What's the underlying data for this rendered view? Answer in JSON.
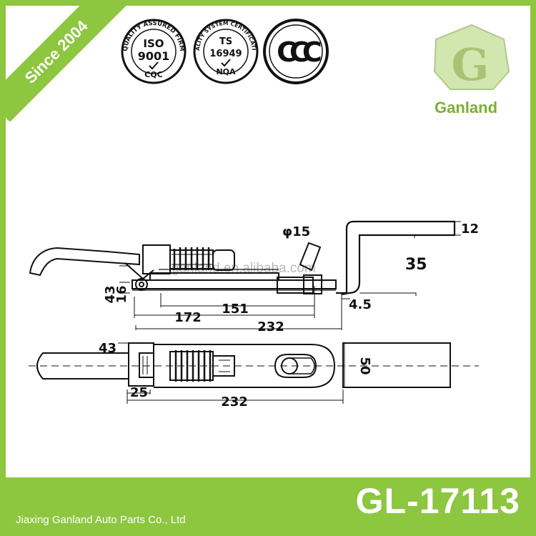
{
  "banner": {
    "since": "Since 2004"
  },
  "certifications": {
    "iso": {
      "ring_text": "QUALITY ASSURED FIRM",
      "line1": "ISO",
      "line2": "9001",
      "issuer": "CQC"
    },
    "ts": {
      "ring_text": "QUALITY SYSTEM CERTIFICATION",
      "line1": "TS",
      "line2": "16949",
      "issuer": "NQA"
    },
    "ccc": {
      "mark": "CCC"
    }
  },
  "brand": {
    "name": "Ganland",
    "logo_letter": "G"
  },
  "watermark": "ganland.en.alibaba.com",
  "dimensions": {
    "top_view": {
      "pin_diameter": "φ15",
      "handle_offset": "12",
      "hook_height": "35",
      "thickness": "4.5",
      "height_a": "43",
      "height_b": "16",
      "length_mid": "172",
      "length_inner": "151",
      "length_total": "232"
    },
    "bottom_view": {
      "height": "43",
      "width": "50",
      "end_length": "25",
      "length_total": "232"
    }
  },
  "footer": {
    "company": "Jiaxing Ganland Auto Parts Co., Ltd",
    "product_code": "GL-17113"
  },
  "colors": {
    "brand_green": "#8dc63f",
    "logo_green": "#7bb034",
    "line": "#111111"
  }
}
